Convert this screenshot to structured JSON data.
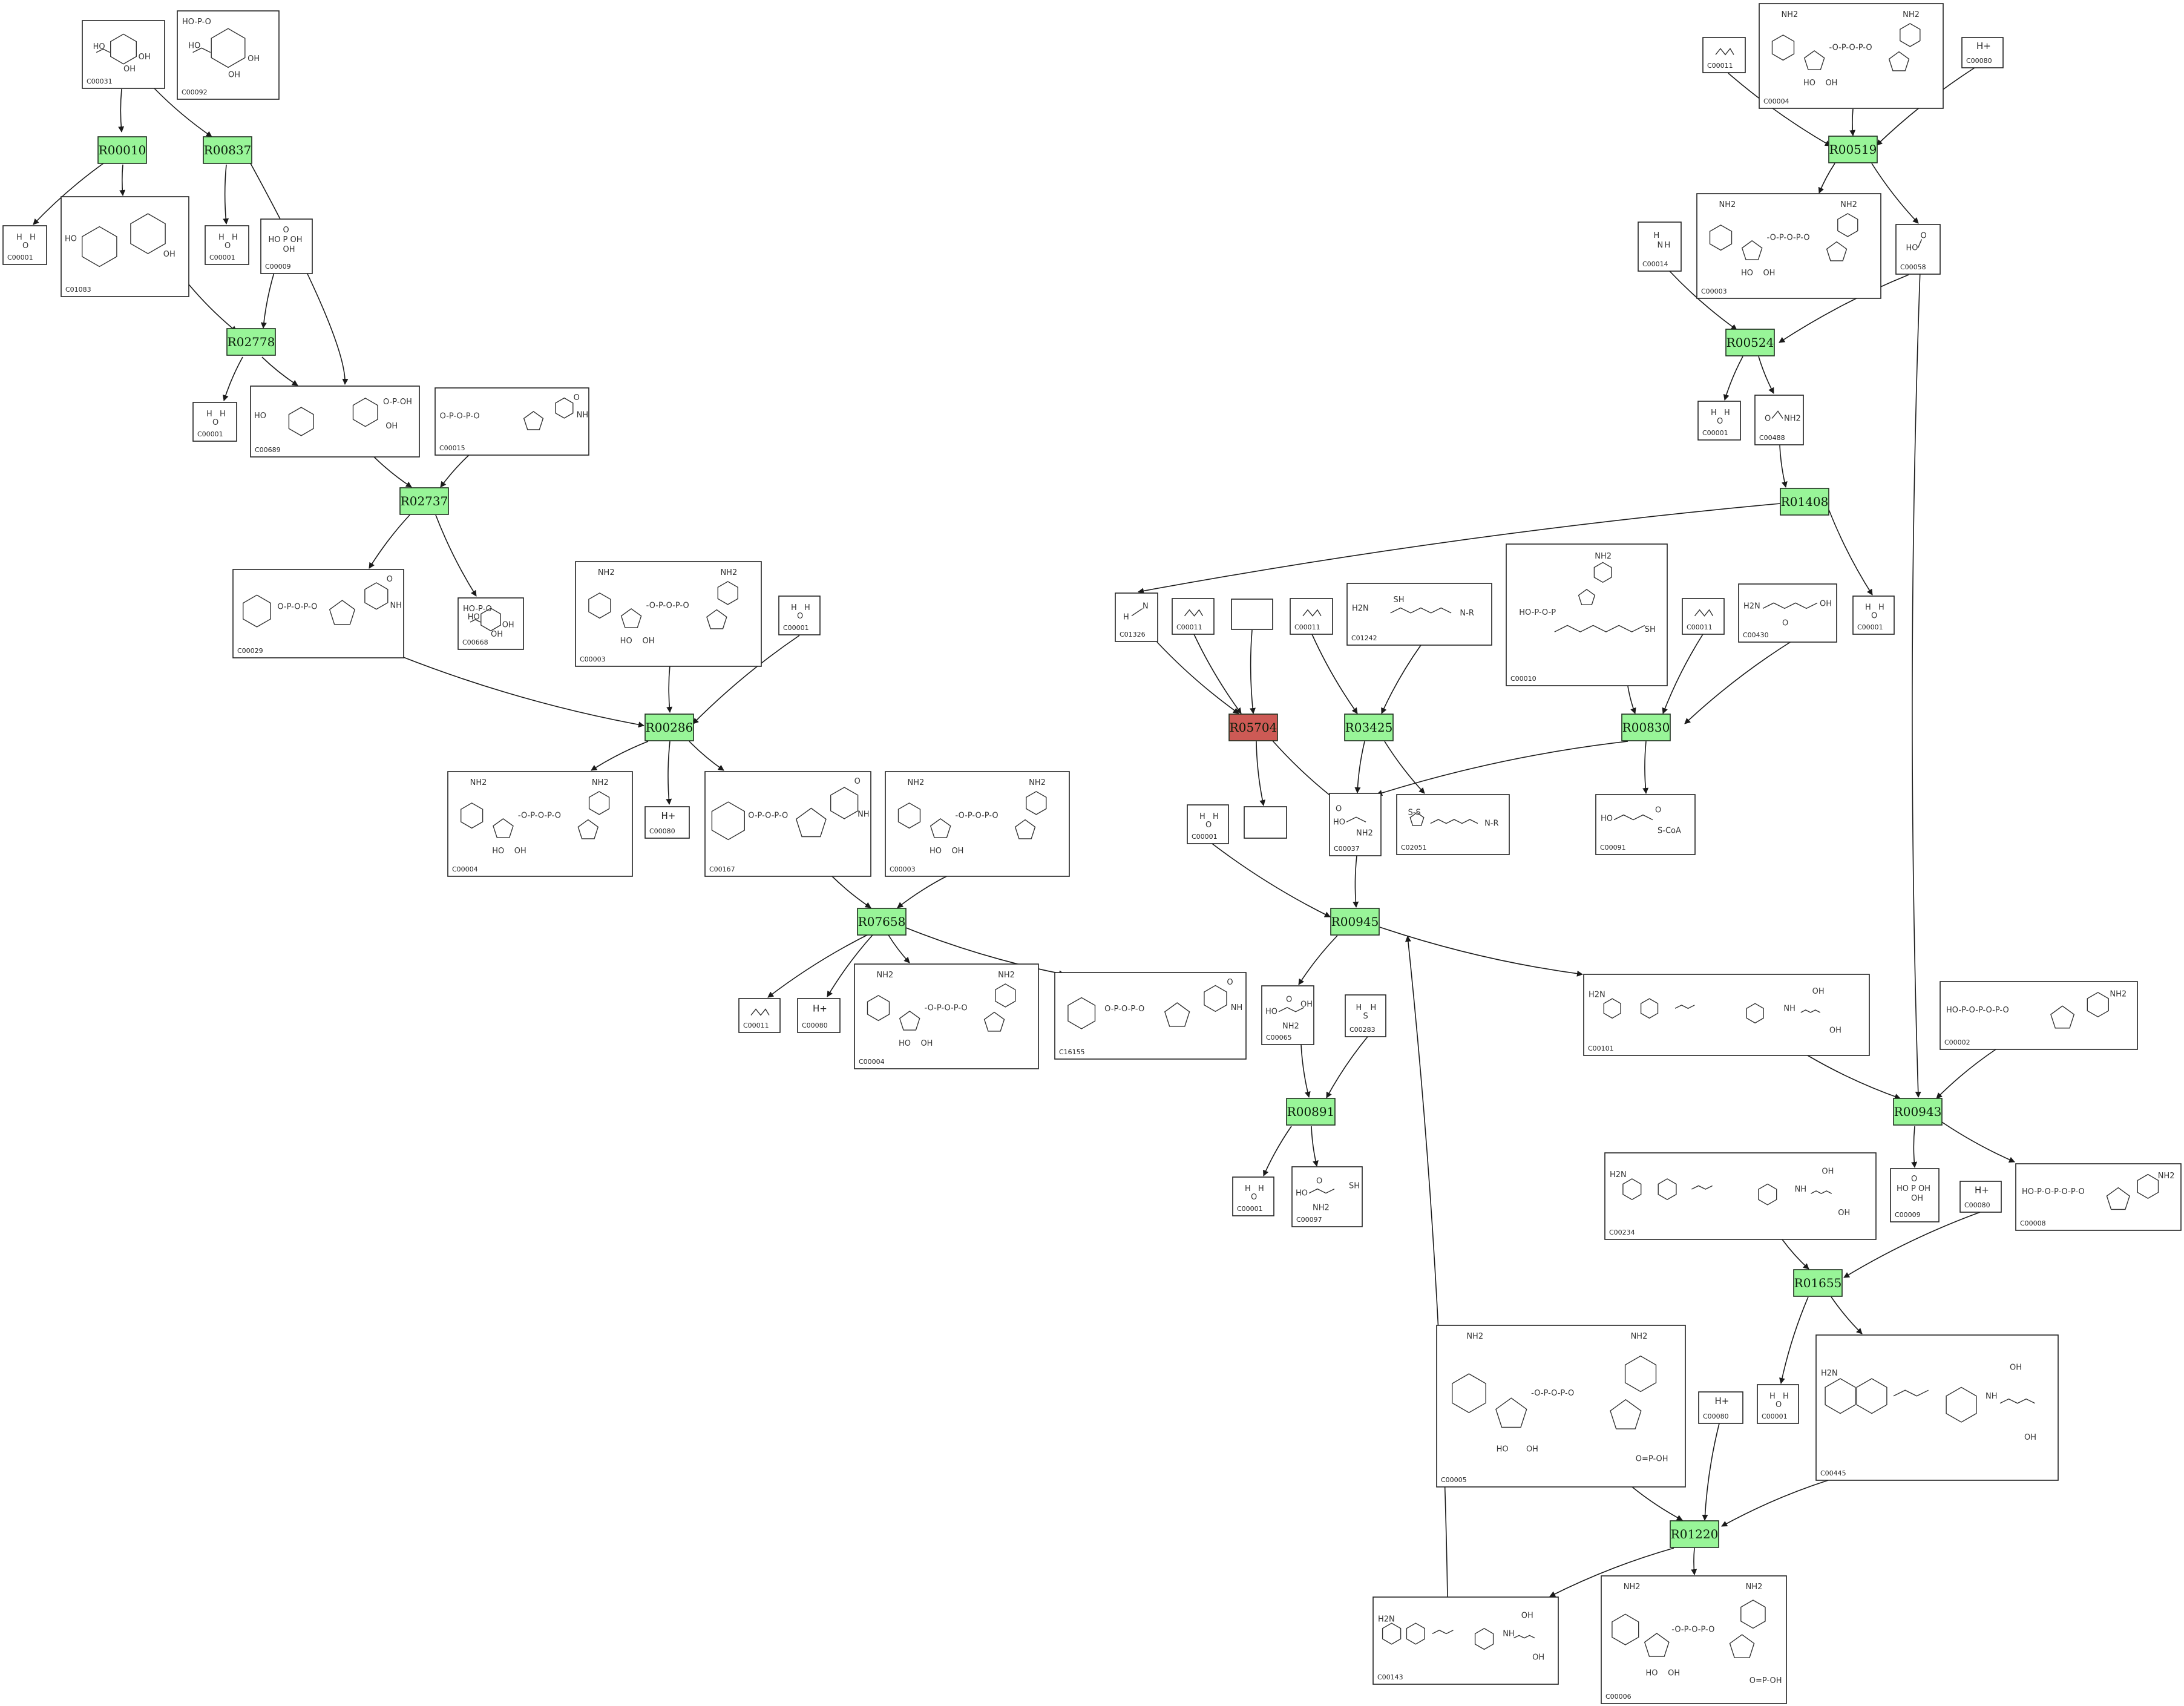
{
  "colors": {
    "reaction": "#98f598",
    "reaction_highlight": "#cd5a55",
    "edge": "#1a1a1a",
    "box_stroke": "#222222"
  },
  "reactions": [
    {
      "id": "R00010",
      "label": "R00010",
      "highlight": false
    },
    {
      "id": "R00837",
      "label": "R00837",
      "highlight": false
    },
    {
      "id": "R02778",
      "label": "R02778",
      "highlight": false
    },
    {
      "id": "R02737",
      "label": "R02737",
      "highlight": false
    },
    {
      "id": "R00286",
      "label": "R00286",
      "highlight": false
    },
    {
      "id": "R07658",
      "label": "R07658",
      "highlight": false
    },
    {
      "id": "R00519",
      "label": "R00519",
      "highlight": false
    },
    {
      "id": "R00524",
      "label": "R00524",
      "highlight": false
    },
    {
      "id": "R01408",
      "label": "R01408",
      "highlight": false
    },
    {
      "id": "R05704",
      "label": "R05704",
      "highlight": true
    },
    {
      "id": "R03425",
      "label": "R03425",
      "highlight": false
    },
    {
      "id": "R00830",
      "label": "R00830",
      "highlight": false
    },
    {
      "id": "R00945",
      "label": "R00945",
      "highlight": false
    },
    {
      "id": "R00891",
      "label": "R00891",
      "highlight": false
    },
    {
      "id": "R00943",
      "label": "R00943",
      "highlight": false
    },
    {
      "id": "R01655",
      "label": "R01655",
      "highlight": false
    },
    {
      "id": "R01220",
      "label": "R01220",
      "highlight": false
    }
  ],
  "compounds": [
    {
      "key": "c00031_top",
      "id": "C00031",
      "kind": "sugar"
    },
    {
      "key": "c00092",
      "id": "C00092",
      "kind": "sugar_p"
    },
    {
      "key": "c00001_a",
      "id": "C00001",
      "kind": "water"
    },
    {
      "key": "c01083",
      "id": "C01083",
      "kind": "disaccharide"
    },
    {
      "key": "c00001_b",
      "id": "C00001",
      "kind": "water"
    },
    {
      "key": "c00009_a",
      "id": "C00009",
      "kind": "phosphate"
    },
    {
      "key": "c00001_c",
      "id": "C00001",
      "kind": "water"
    },
    {
      "key": "c00689",
      "id": "C00689",
      "kind": "disaccharide_p"
    },
    {
      "key": "c00015",
      "id": "C00015",
      "kind": "udp"
    },
    {
      "key": "c00029",
      "id": "C00029",
      "kind": "udp_sugar"
    },
    {
      "key": "c00668",
      "id": "C00668",
      "kind": "sugar_p"
    },
    {
      "key": "c00003_a",
      "id": "C00003",
      "kind": "nad"
    },
    {
      "key": "c00001_d",
      "id": "C00001",
      "kind": "water"
    },
    {
      "key": "c00004_a",
      "id": "C00004",
      "kind": "nad"
    },
    {
      "key": "c00080_a",
      "id": "C00080",
      "kind": "hplus"
    },
    {
      "key": "c00167",
      "id": "C00167",
      "kind": "udp_sugar"
    },
    {
      "key": "c00003_b",
      "id": "C00003",
      "kind": "nad"
    },
    {
      "key": "c00011_a",
      "id": "C00011",
      "kind": "co2"
    },
    {
      "key": "c00080_b",
      "id": "C00080",
      "kind": "hplus"
    },
    {
      "key": "c00004_b",
      "id": "C00004",
      "kind": "nad"
    },
    {
      "key": "c16155",
      "id": "C16155",
      "kind": "udp_sugar"
    },
    {
      "key": "c00011_b",
      "id": "C00011",
      "kind": "co2"
    },
    {
      "key": "c00004_c",
      "id": "C00004",
      "kind": "nad"
    },
    {
      "key": "c00080_c",
      "id": "C00080",
      "kind": "hplus"
    },
    {
      "key": "c00003_c",
      "id": "C00003",
      "kind": "nad"
    },
    {
      "key": "c00014",
      "id": "C00014",
      "kind": "ammonia"
    },
    {
      "key": "c00058",
      "id": "C00058",
      "kind": "formate"
    },
    {
      "key": "c00001_e",
      "id": "C00001",
      "kind": "water"
    },
    {
      "key": "c00488",
      "id": "C00488",
      "kind": "formamide"
    },
    {
      "key": "c01326",
      "id": "C01326",
      "kind": "hcn"
    },
    {
      "key": "c00011_c",
      "id": "C00011",
      "kind": "co2"
    },
    {
      "key": "empty_a",
      "id": "",
      "kind": "empty"
    },
    {
      "key": "c00011_d",
      "id": "C00011",
      "kind": "co2"
    },
    {
      "key": "c01242",
      "id": "C01242",
      "kind": "lipoyl"
    },
    {
      "key": "c00010",
      "id": "C00010",
      "kind": "coa"
    },
    {
      "key": "c00011_e",
      "id": "C00011",
      "kind": "co2"
    },
    {
      "key": "c00430",
      "id": "C00430",
      "kind": "ala"
    },
    {
      "key": "c00001_f",
      "id": "C00001",
      "kind": "water"
    },
    {
      "key": "empty_b",
      "id": "",
      "kind": "empty"
    },
    {
      "key": "c00037",
      "id": "C00037",
      "kind": "glycine"
    },
    {
      "key": "c02051",
      "id": "C02051",
      "kind": "lipoyl_ox"
    },
    {
      "key": "c00091",
      "id": "C00091",
      "kind": "succcoa"
    },
    {
      "key": "c00001_g",
      "id": "C00001",
      "kind": "water"
    },
    {
      "key": "c00101",
      "id": "C00101",
      "kind": "folate"
    },
    {
      "key": "c00065",
      "id": "C00065",
      "kind": "serine"
    },
    {
      "key": "c00283",
      "id": "C00283",
      "kind": "h2s"
    },
    {
      "key": "c00001_h",
      "id": "C00001",
      "kind": "water"
    },
    {
      "key": "c00097",
      "id": "C00097",
      "kind": "cysteine"
    },
    {
      "key": "c00002",
      "id": "C00002",
      "kind": "atp"
    },
    {
      "key": "c00234",
      "id": "C00234",
      "kind": "folate"
    },
    {
      "key": "c00009_b",
      "id": "C00009",
      "kind": "phosphate"
    },
    {
      "key": "c00080_d",
      "id": "C00080",
      "kind": "hplus"
    },
    {
      "key": "c00008",
      "id": "C00008",
      "kind": "atp"
    },
    {
      "key": "c00005",
      "id": "C00005",
      "kind": "nadp"
    },
    {
      "key": "c00080_e",
      "id": "C00080",
      "kind": "hplus"
    },
    {
      "key": "c00001_i",
      "id": "C00001",
      "kind": "water"
    },
    {
      "key": "c00445",
      "id": "C00445",
      "kind": "folate_big"
    },
    {
      "key": "c00143",
      "id": "C00143",
      "kind": "folate"
    },
    {
      "key": "c00006",
      "id": "C00006",
      "kind": "nadp"
    }
  ]
}
